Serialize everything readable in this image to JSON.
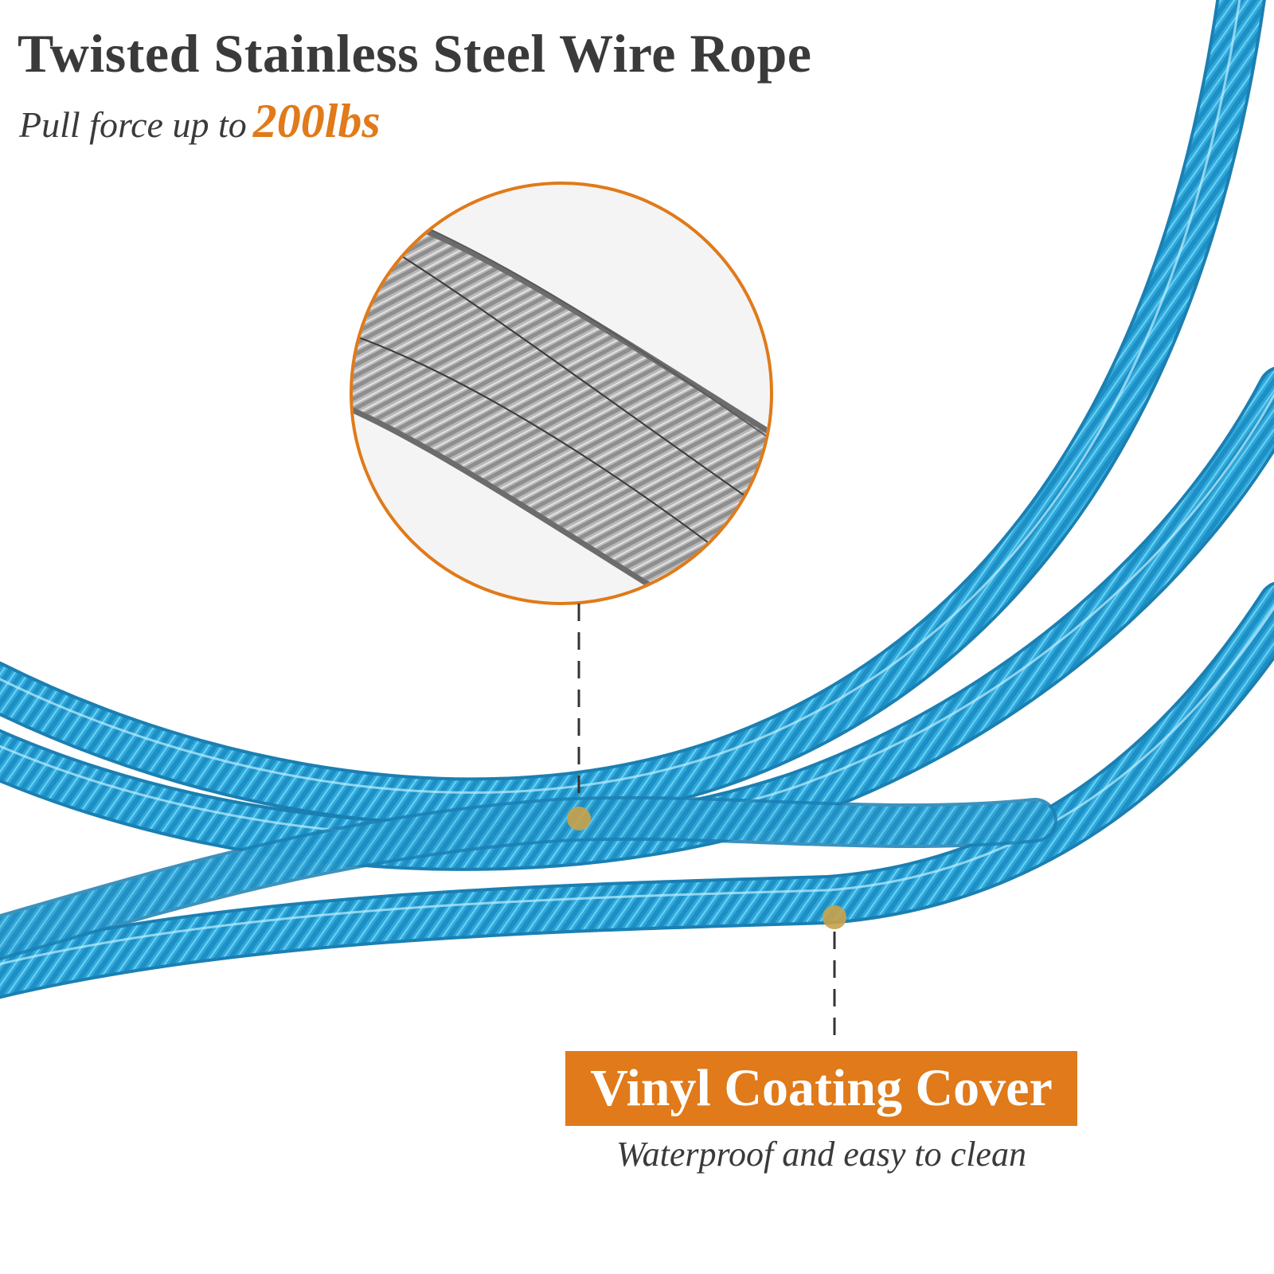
{
  "heading": {
    "title": "Twisted Stainless Steel Wire Rope",
    "subtitle_prefix": "Pull force up to",
    "subtitle_value": "200lbs"
  },
  "callout": {
    "badge_label": "Vinyl Coating Cover",
    "caption": "Waterproof and easy to clean"
  },
  "colors": {
    "accent": "#e07a1a",
    "text": "#3a3a3a",
    "cable": "#2aa6d8",
    "steel": "#a9a9a9",
    "background": "#ffffff"
  }
}
